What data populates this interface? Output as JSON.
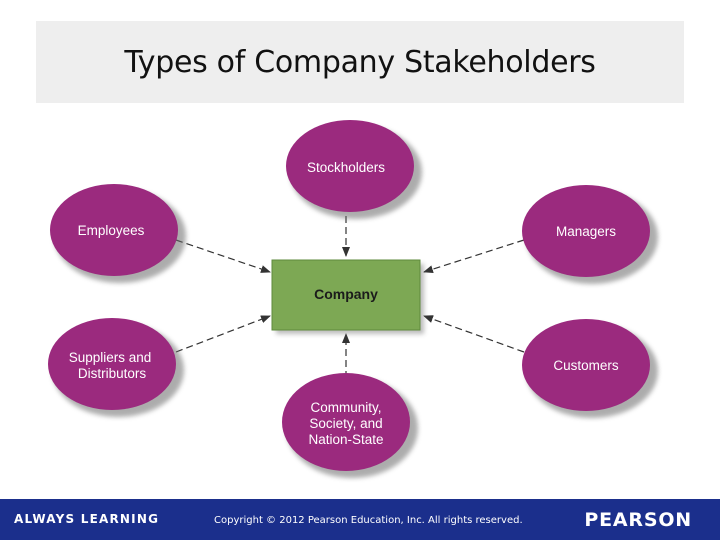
{
  "slide": {
    "title": "Types of Company Stakeholders"
  },
  "diagram": {
    "center": "Company",
    "nodes": {
      "stockholders": [
        "Stockholders"
      ],
      "employees": [
        "Employees"
      ],
      "managers": [
        "Managers"
      ],
      "suppliers": [
        "Suppliers and",
        "Distributors"
      ],
      "customers": [
        "Customers"
      ],
      "community": [
        "Community,",
        "Society, and",
        "Nation-State"
      ]
    },
    "colors": {
      "node_fill": "#9b2a7e",
      "node_shadow": "#6b6b6b",
      "center_fill": "#7da854",
      "center_border": "#5e8a3c",
      "arrow": "#333333"
    }
  },
  "footer": {
    "left": "ALWAYS LEARNING",
    "center": "Copyright © 2012 Pearson Education, Inc. All rights reserved.",
    "right": "PEARSON",
    "background": "#1b2f8c"
  }
}
